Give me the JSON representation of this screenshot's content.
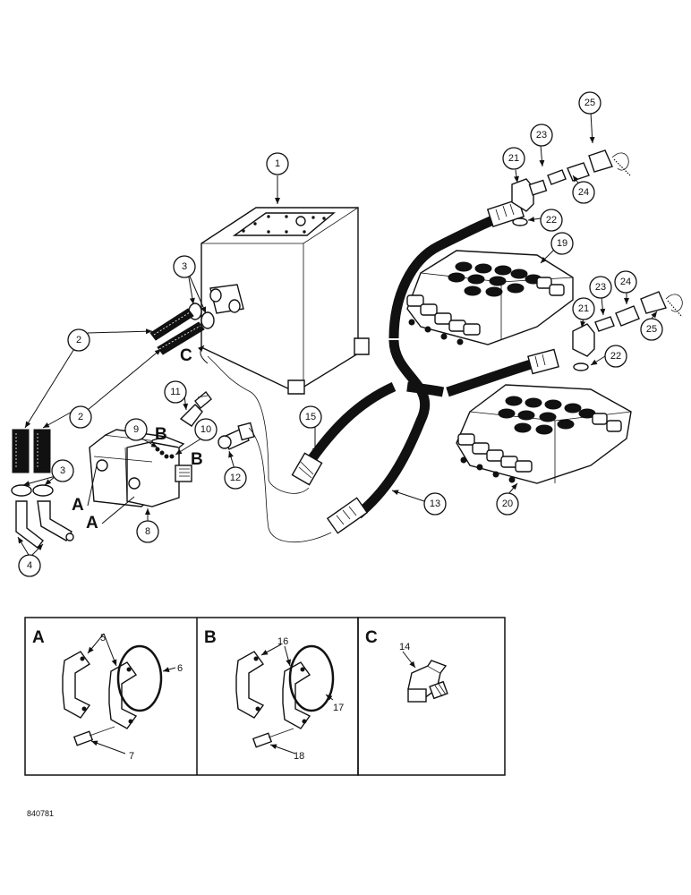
{
  "callouts": {
    "c1": "1",
    "c2a": "2",
    "c2b": "2",
    "c3a": "3",
    "c3b": "3",
    "c4": "4",
    "c8": "8",
    "c9": "9",
    "c10": "10",
    "c11": "11",
    "c12": "12",
    "c13": "13",
    "c15": "15",
    "c19": "19",
    "c20": "20",
    "c21a": "21",
    "c21b": "21",
    "c22a": "22",
    "c22b": "22",
    "c23a": "23",
    "c23b": "23",
    "c24a": "24",
    "c24b": "24",
    "c25a": "25",
    "c25b": "25"
  },
  "connection_letters": {
    "a1": "A",
    "a2": "A",
    "b1": "B",
    "b2": "B",
    "c1": "C"
  },
  "detail_panels": [
    {
      "letter": "A",
      "labels": {
        "flange": "5",
        "oring": "6",
        "bolt": "7"
      }
    },
    {
      "letter": "B",
      "labels": {
        "flange": "16",
        "oring": "17",
        "bolt": "18"
      }
    },
    {
      "letter": "C",
      "labels": {
        "fitting": "14"
      }
    }
  ],
  "figure_code": "840781",
  "icons": {
    "hydraulic_tank": "tank-icon",
    "pump": "pump-icon",
    "valve": "control-valve-icon",
    "hose": "hose-icon",
    "coupler": "quick-coupler-icon"
  }
}
